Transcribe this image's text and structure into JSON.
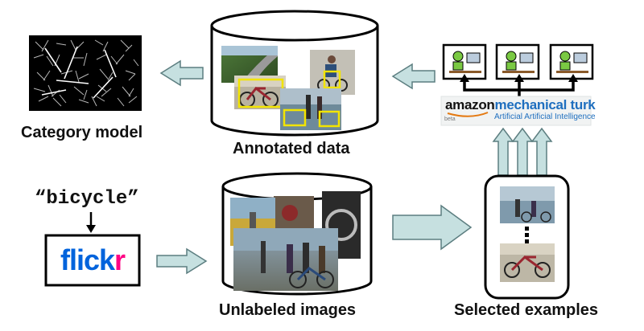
{
  "labels": {
    "category_model": "Category model",
    "annotated_data": "Annotated data",
    "unlabeled_images": "Unlabeled images",
    "selected_examples": "Selected examples"
  },
  "query": "“bicycle”",
  "flickr": {
    "part1": "flick",
    "part2": "r"
  },
  "amazon": {
    "brand_amazon": "amazon",
    "brand_rest": "mechanical turk",
    "tagline": "Artificial Artificial Intelligence",
    "beta": "beta"
  },
  "colors": {
    "arrow_fill": "#c6e0e0",
    "arrow_stroke": "#5c7e80",
    "bbox": "#f2e400",
    "flickr_blue": "#0063dc",
    "flickr_pink": "#ff0084",
    "amazon_orange": "#e47911",
    "turk_blue": "#1f6fbf"
  }
}
